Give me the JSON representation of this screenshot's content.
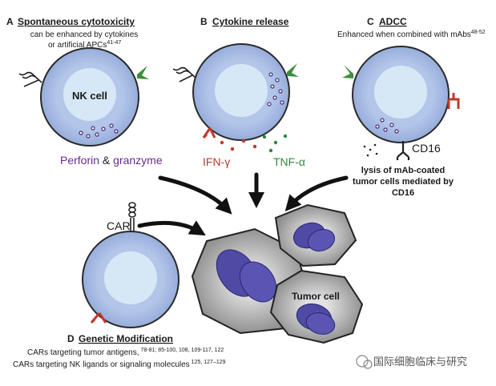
{
  "panels": {
    "a": {
      "letter": "A",
      "title": "Spontaneous cytotoxicity",
      "line1": "can be enhanced by cytokines",
      "line2_prefix": "or artificial APCs",
      "line2_sup": "41-47",
      "cell_label": "NK cell",
      "perforin": "Perforin",
      "amp": " & ",
      "granzyme": "granzyme"
    },
    "b": {
      "letter": "B",
      "title": "Cytokine release",
      "ifn": "IFN-γ",
      "tnf": "TNF-α"
    },
    "c": {
      "letter": "C",
      "title": "ADCC",
      "subtitle_prefix": "Enhanced when combined with mAbs",
      "subtitle_sup": "48-52",
      "receptor": "CD16",
      "desc1": "lysis of mAb-coated",
      "desc2": "tumor cells mediated by",
      "desc3": "CD16"
    },
    "d": {
      "letter": "D",
      "title": "Genetic Modification",
      "car_label": "CAR",
      "line1_prefix": "CARs targeting tumor antigens,",
      "line1_sup": "78-81; 85-100, 108, 109-117, 122",
      "line2_prefix": "CARs targeting NK ligands or signaling molecules",
      "line2_sup": "125, 127–129"
    },
    "tumor_label": "Tumor cell"
  },
  "watermark": "国际细胞临床与研究",
  "colors": {
    "cell_fill": "#a9bde4",
    "cell_stroke": "#2a2a2a",
    "nucleus": "#d6e8f6",
    "tumor_fill": "#8c8c8c",
    "tumor_inner": "#cfcfcf",
    "tumor_nucleus": "#4f4aa4",
    "perforin": "#6a2a8c",
    "ifn": "#b23a2e",
    "tnf": "#2f8a3c",
    "receptor_red": "#c0392b",
    "receptor_green": "#3b8f3b"
  }
}
